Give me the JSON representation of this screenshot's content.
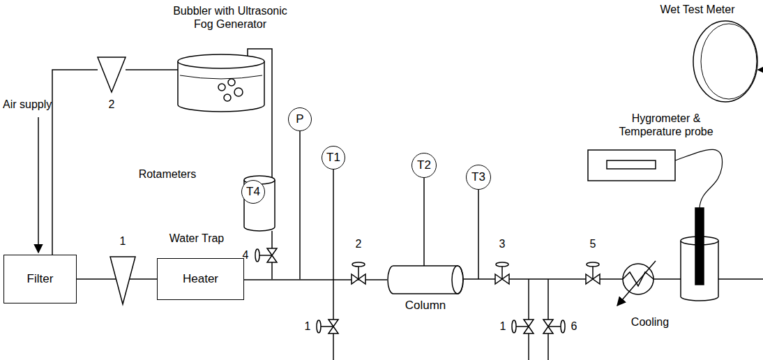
{
  "diagram": {
    "nodes": [
      {
        "text": [
          "Filter"
        ]
      },
      {
        "text": [
          "Heater"
        ]
      },
      {
        "text": [
          "Column"
        ]
      },
      {
        "text": [
          "T4"
        ]
      },
      {
        "text": [
          "P"
        ]
      },
      {
        "text": [
          "T1"
        ]
      },
      {
        "text": [
          "T2"
        ]
      },
      {
        "text": [
          "T3"
        ]
      }
    ],
    "edges": [
      {
        "from": 0,
        "to": 1,
        "arrow": "none"
      },
      {
        "from": 1,
        "to": 2,
        "arrow": "none"
      }
    ],
    "labels": [
      "Bubbler with Ultrasonic Fog Generator",
      "Wet Test Meter",
      "Hygrometer & Temperature probe",
      "Air supply",
      "2",
      "Rotameters",
      "Water Trap",
      "1",
      "4",
      "2",
      "1",
      "3",
      "5",
      "1",
      "6",
      "Cooling"
    ]
  }
}
